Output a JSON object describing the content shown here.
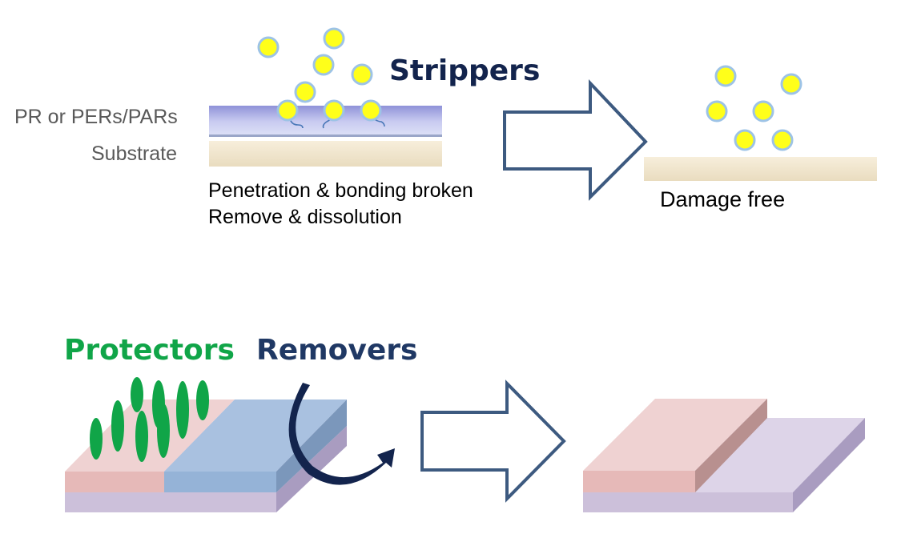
{
  "labels": {
    "pr_layer": "PR or PERs/PARs",
    "substrate": "Substrate",
    "strippers": "Strippers",
    "step_line1": "Penetration & bonding broken",
    "step_line2": "Remove & dissolution",
    "result_top": "Damage free",
    "protectors": "Protectors",
    "removers": "Removers"
  },
  "colors": {
    "particle_fill": "#ffff1a",
    "particle_stroke": "#9dc3e6",
    "pr_layer": "#b4b6e6",
    "substrate": "#f3e7cf",
    "arrow_outline": "#3d5a80",
    "strippers_text": "#13244d",
    "protectors_text": "#10a548",
    "removers_text": "#1f3864",
    "protector_blob": "#10a548",
    "pink_block": "#e6b9b8",
    "blue_block": "#95b3d7",
    "lavender_base": "#ccc0da"
  },
  "icons": [
    "stripper-particle-icon",
    "process-arrow-icon",
    "curved-arrow-icon"
  ]
}
